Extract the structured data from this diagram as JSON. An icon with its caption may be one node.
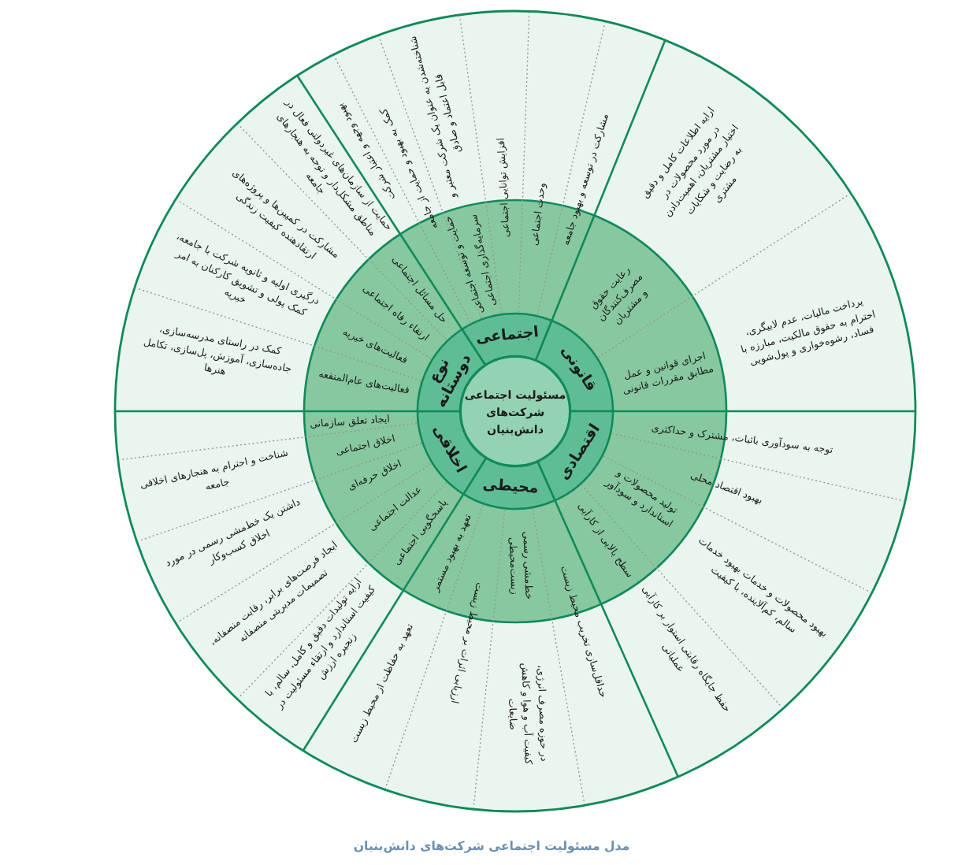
{
  "diagram": {
    "caption": "مدل مسئولیت اجتماعی شرکت‌های دانش‌بنیان",
    "nodes": [
      {
        "text": [
          "مسئولیت اجتماعی شرکت‌های دانش‌بنیان"
        ]
      },
      {
        "text": [
          "اجتماعی"
        ]
      },
      {
        "text": [
          "قانونی"
        ]
      },
      {
        "text": [
          "اقتصادی"
        ]
      },
      {
        "text": [
          "محیطی"
        ]
      },
      {
        "text": [
          "اخلاقی"
        ]
      },
      {
        "text": [
          "نوع دوستانه"
        ]
      },
      {
        "text": [
          "بهبود وجهه و اعتبار شرکت"
        ]
      },
      {
        "text": [
          "کمک به بهبود و حمایت از جامعه"
        ]
      },
      {
        "text": [
          "شناخته‌شدن به عنوان یک شرکت معتبر و قابل اعتماد و صادق"
        ]
      },
      {
        "text": [
          "حمایت و توسعه اجتماعی"
        ]
      },
      {
        "text": [
          "سرمایه‌گذاری اجتماعی"
        ]
      },
      {
        "text": [
          "افزایش توانایی اجتماعی"
        ]
      },
      {
        "text": [
          "وحدت اجتماعی"
        ]
      },
      {
        "text": [
          "مشارکت در توسعه و بهبود جامعه"
        ]
      },
      {
        "text": [
          "رعایت حقوق مصرف‌کنندگان و مشتریان"
        ]
      },
      {
        "text": [
          "ارایه اطلاعات کامل و دقیق در مورد محصولات در اختیار مشتریان، اهمیت‌دادن به رضایت و شکایات مشتری"
        ]
      },
      {
        "text": [
          "اجرای قوانین و عمل مطابق مقررات قانونی"
        ]
      },
      {
        "text": [
          "پرداخت مالیات، عدم لابیگری، احترام به حقوق مالکیت، مبارزه با فساد، رشوه‌خواری و پول‌شویی"
        ]
      },
      {
        "text": [
          "توجه به سودآوری باثبات، مشترک و حداکثری"
        ]
      },
      {
        "text": [
          "بهبود اقتصاد محلی"
        ]
      },
      {
        "text": [
          "تولید محصولات و استاندارد و سودآور"
        ]
      },
      {
        "text": [
          "بهبود محصولات و خدمات بهبود خدمات سالم، کم‌آلاینده، با کیفیت"
        ]
      },
      {
        "text": [
          "سطح بالایی از کارآیی"
        ]
      },
      {
        "text": [
          "حفظ جایگاه رقابتی استوار بر کارآیی عملیاتی"
        ]
      },
      {
        "text": [
          "حداقل‌سازی تخریب محیط زیست"
        ]
      },
      {
        "text": [
          "خط‌مشی رسمی زیست‌محیطی"
        ]
      },
      {
        "text": [
          "در حوزه مصرف انرژی، کیفیت آب و هوا و کاهش ضایعات"
        ]
      },
      {
        "text": [
          "ارزیابی اثرات بر محیط زیست"
        ]
      },
      {
        "text": [
          "تعهد به بهبود مستمر"
        ]
      },
      {
        "text": [
          "تعهد به حفاظت از محیط زیست"
        ]
      },
      {
        "text": [
          "ایجاد تعلق سازمانی"
        ]
      },
      {
        "text": [
          "اخلاق اجتماعی"
        ]
      },
      {
        "text": [
          "شناخت و احترام به هنجارهای اخلاقی جامعه"
        ]
      },
      {
        "text": [
          "اخلاق حرفه‌ای"
        ]
      },
      {
        "text": [
          "داشتن یک خط‌مشی رسمی در مورد اخلاق کسب‌وکار"
        ]
      },
      {
        "text": [
          "عدالت اجتماعی"
        ]
      },
      {
        "text": [
          "ایجاد فرصت‌های برابر، رقابت منصفانه، تصمیمات مدیریتی منصفانه"
        ]
      },
      {
        "text": [
          "پاسخگویی اجتماعی"
        ]
      },
      {
        "text": [
          "ارایه تولیدات دقیق و کامل، سالم، با کیفیت استاندارد و ارتقاء مسئولیت در زنجیره ارزش"
        ]
      },
      {
        "text": [
          "حل مسائل اجتماعی"
        ]
      },
      {
        "text": [
          "حمایت از سازمان‌های غیردولتی فعال در مناطق مشکل‌دار و توجه به هنجارهای جامعه"
        ]
      },
      {
        "text": [
          "ارتقاء رفاه اجتماعی"
        ]
      },
      {
        "text": [
          "مشارکت در کمپین‌ها و پروژه‌های ارتقادهنده کیفیت زندگی"
        ]
      },
      {
        "text": [
          "فعالیت‌های خیریه"
        ]
      },
      {
        "text": [
          "درگیری اولیه و ثانویه شرکت با جامعه، کمک پولی و تشویق کارکنان به امر خیریه"
        ]
      },
      {
        "text": [
          "فعالیت‌های عام‌المنفعه"
        ]
      },
      {
        "text": [
          "کمک در راستای مدرسه‌سازی، جاده‌سازی، آموزش، پل‌سازی، تکامل هنرها"
        ]
      }
    ]
  }
}
